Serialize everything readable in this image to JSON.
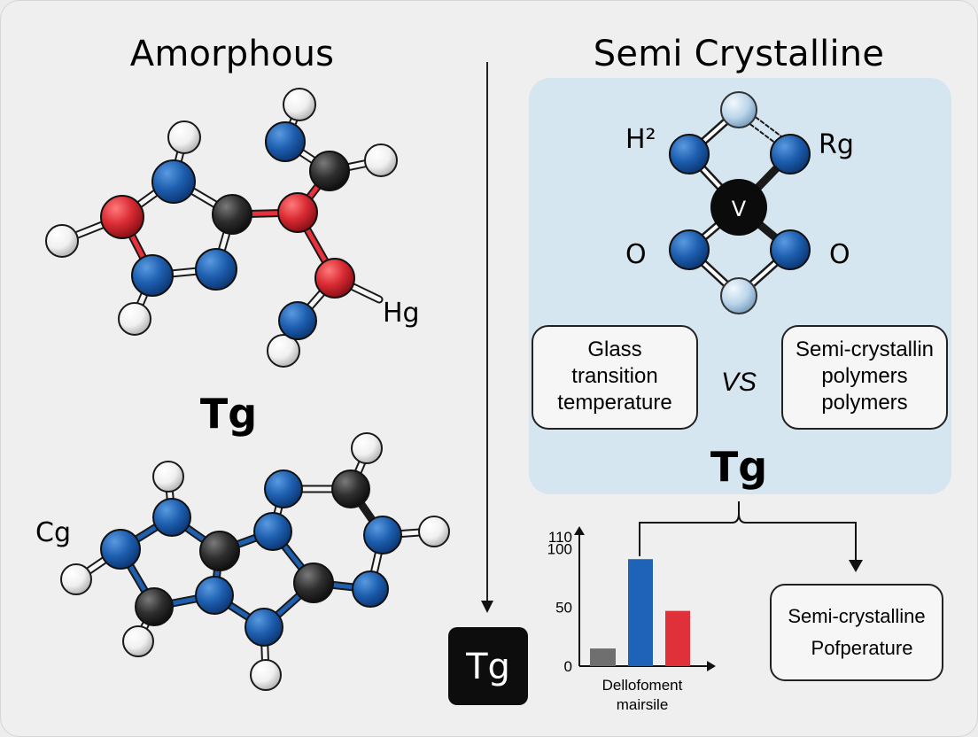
{
  "left_panel": {
    "title": "Amorphous",
    "label_hg": "Hg",
    "label_tg": "Tg",
    "label_cg": "Cg"
  },
  "right_panel": {
    "title": "Semi Crystalline",
    "label_h2": "H²",
    "label_rg": "Rg",
    "label_o_left": "O",
    "label_o_right": "O",
    "center_symbol": "V",
    "box_left": [
      "Glass",
      "transition",
      "temperature"
    ],
    "vs": "VS",
    "box_right": [
      "Semi-crystallin",
      "polymers",
      "polymers"
    ],
    "tg": "Tg"
  },
  "arrow_badge": "Tg",
  "chart_data": {
    "type": "bar",
    "y_ticks": [
      "110",
      "100",
      "50",
      "0"
    ],
    "ylim": [
      0,
      110
    ],
    "values": [
      15,
      91,
      47
    ],
    "colors": [
      "#6f6f6f",
      "#1f63b8",
      "#e0303a"
    ],
    "xlabel": [
      "Dellofoment",
      "mairsile"
    ]
  },
  "result_box": [
    "Semi-crystalline",
    "Pofperature"
  ],
  "colors": {
    "blue_atom": "#1e5fb0",
    "red_atom": "#d92a33",
    "dark_atom": "#2a2a2a",
    "white_atom": "#f4f4f4",
    "light_blue_atom": "#bcd6ea",
    "panel_bg": "#d6e6f0"
  }
}
